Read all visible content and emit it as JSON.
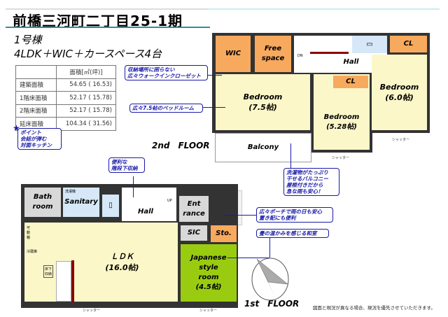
{
  "title": "前橋三河町二丁目25-1期",
  "building": "1号棟",
  "layout": "4LDK＋WIC＋カースペース4台",
  "area_table": {
    "header": [
      "",
      "面積[㎡(坪)]"
    ],
    "rows": [
      [
        "建築面積",
        "54.65 ( 16.53)"
      ],
      [
        "1階床面積",
        "52.17 ( 15.78)"
      ],
      [
        "2階床面積",
        "52.17 ( 15.78)"
      ],
      [
        "延床面積",
        "104.34 ( 31.56)"
      ]
    ]
  },
  "point_callout": "ポイント\n会話が弾む\n対面キッチン",
  "second_floor": {
    "label": "2nd　FLOOR",
    "rooms": {
      "wic": "WIC",
      "free_space": "Free space",
      "hall": "Hall",
      "dn": "DN",
      "cl1": "CL",
      "cl2": "CL",
      "bedroom1": "Bedroom\n(7.5帖)",
      "bedroom2": "Bedroom\n(5.28帖)",
      "bedroom3": "Bedroom\n(6.0帖)",
      "balcony": "Balcony"
    },
    "callouts": {
      "wic": "収納場所に困らない\n広々ウォークインクローゼット",
      "bedroom": "広々7.5帖のベッドルーム",
      "balcony": "洗濯物がたっぷり\n干せるバルコニー\n屋根付きだから\n急な雨も安心！"
    },
    "shutter": "シャッター"
  },
  "first_floor": {
    "label": "1st　FLOOR",
    "rooms": {
      "bath": "Bath\nroom",
      "sanitary": "Sanitary",
      "washer": "洗濯機",
      "hall": "Hall",
      "up": "UP",
      "entrance": "Ent\nrance",
      "sic": "SIC",
      "sto": "Sto.",
      "ldk": "ＬＤＫ\n(16.0帖)",
      "japanese": "Japanese\nstyle\nroom\n(4.5帖)",
      "fridge": "冷蔵庫",
      "movable": "可動棚",
      "underfloor": "床下\n収納"
    },
    "callouts": {
      "stairs": "便利な\n階段下収納",
      "porch": "広々ポーチで雨の日も安心\n置き配にも便利",
      "japanese": "畳の温かみを感じる和室"
    },
    "shutter": "シャッター"
  },
  "note": "図面と現況が異なる場合、現況を優先させていただきます。",
  "colors": {
    "accent": "#1a1aa8",
    "storage": "#f7a95e",
    "room": "#fcf7c8",
    "tatami": "#99cc11",
    "title_rule": "#3a8d8d"
  }
}
